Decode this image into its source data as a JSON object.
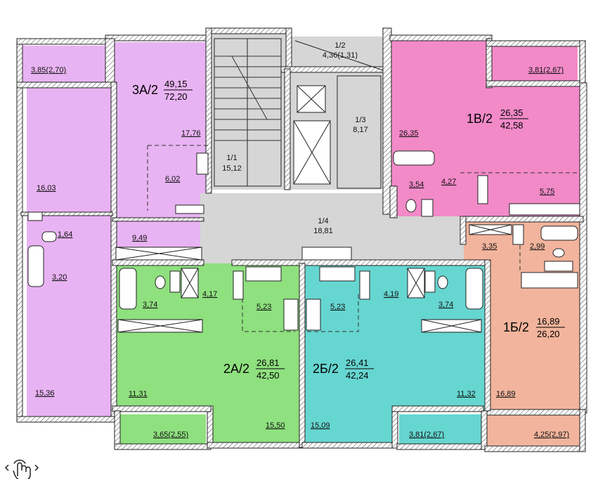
{
  "apartments": [
    {
      "id": "3a2",
      "name": "3А/2",
      "living": "49,15",
      "total": "72,20",
      "color": "#e8b3f2"
    },
    {
      "id": "1v2",
      "name": "1В/2",
      "living": "26,35",
      "total": "42,58",
      "color": "#f28ac8"
    },
    {
      "id": "2a2",
      "name": "2А/2",
      "living": "26,81",
      "total": "42,50",
      "color": "#8fe07f"
    },
    {
      "id": "2b2",
      "name": "2Б/2",
      "living": "26,41",
      "total": "42,24",
      "color": "#66d6d0"
    },
    {
      "id": "1b2",
      "name": "1Б/2",
      "living": "16,89",
      "total": "26,20",
      "color": "#f2b49c"
    }
  ],
  "common": {
    "c1": {
      "title": "1/1",
      "area": "15,12"
    },
    "c2": {
      "title": "1/2",
      "area": "4,36(1,31)"
    },
    "c3": {
      "title": "1/3",
      "area": "8,17"
    },
    "c4": {
      "title": "1/4",
      "area": "18,81"
    }
  },
  "rooms": {
    "a3_balcony": "3,85(2,70)",
    "a3_kitchen": "17,76",
    "a3_r1": "16,03",
    "a3_small": "6,02",
    "a3_wc": "1,64",
    "a3_hall": "9,49",
    "a3_bath": "3,20",
    "a3_r2": "15,36",
    "v_balcony": "3,81(2,67)",
    "v_main": "26,35",
    "v_bath": "3,54",
    "v_hall": "4,27",
    "v_kitchen": "5,75",
    "a2_bath": "3,74",
    "a2_hall": "4,17",
    "a2_kitchen": "5,23",
    "a2_r1": "11,31",
    "a2_r2": "15,50",
    "a2_balcony": "3,65(2,55)",
    "b2_kitchen": "5,23",
    "b2_hall": "4,19",
    "b2_bath": "3,74",
    "b2_r1": "15,09",
    "b2_r2": "11,32",
    "b2_balcony": "3,81(2,67)",
    "b1_hall": "3,35",
    "b1_bath": "2,99",
    "b1_room": "16,89",
    "b1_balcony": "4,25(2,97)"
  }
}
